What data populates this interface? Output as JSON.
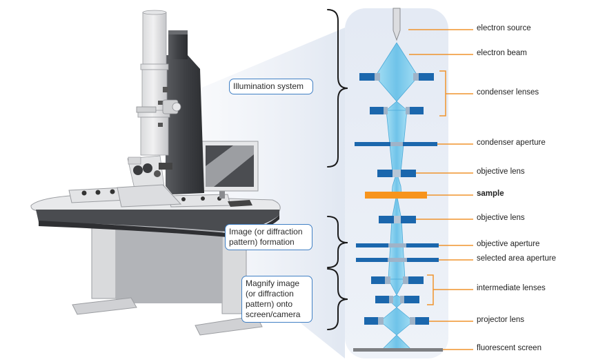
{
  "callouts": {
    "illumination": "Illumination system",
    "image_formation": "Image (or diffraction pattern) formation",
    "magnify": "Magnify image (or diffraction pattern) onto screen/camera"
  },
  "labels": {
    "electron_source": "electron source",
    "electron_beam": "electron beam",
    "condenser_lenses": "condenser lenses",
    "condenser_aperture": "condenser aperture",
    "objective_lens_upper": "objective lens",
    "sample": "sample",
    "objective_lens_lower": "objective lens",
    "objective_aperture": "objective aperture",
    "selected_area_aperture": "selected area aperture",
    "intermediate_lenses": "intermediate lenses",
    "projector_lens": "projector lens",
    "fluorescent_screen": "fluorescent screen"
  },
  "colors": {
    "lens_blue": "#1b67ad",
    "sample_orange": "#f7941d",
    "leader_orange": "#f0932b",
    "beam_blue": "#8fd3ef",
    "callout_border": "#3f7fc4",
    "panel_bg": "#e9eef6"
  }
}
